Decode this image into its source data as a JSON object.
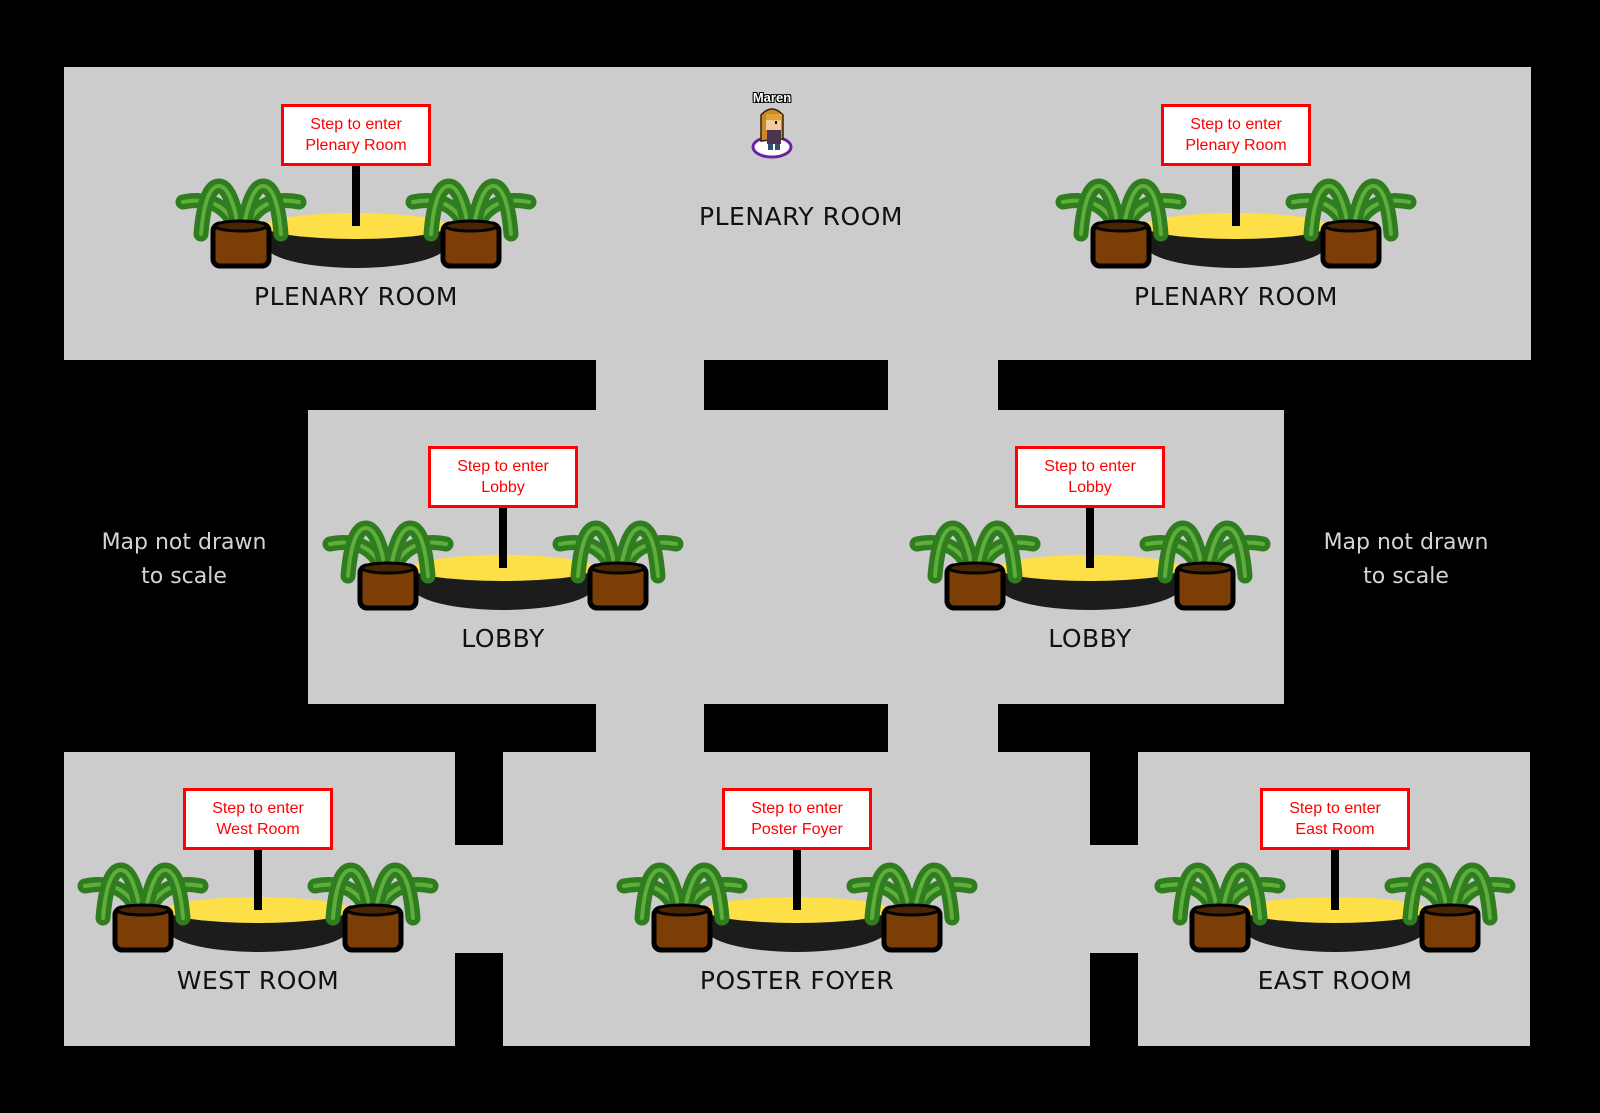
{
  "map": {
    "colors": {
      "floor": "#cccccc",
      "wall": "#000000",
      "sign_border": "#ff0000",
      "platform_top": "#fde047",
      "pot": "#7a3e06",
      "leaf": "#2f7d1f"
    },
    "notes": [
      {
        "line1": "Map not drawn",
        "line2": "to scale"
      },
      {
        "line1": "Map not drawn",
        "line2": "to scale"
      }
    ],
    "center_label": "PLENARY ROOM",
    "kiosks": [
      {
        "sign_line1": "Step to enter",
        "sign_line2": "Plenary Room",
        "label": "PLENARY  ROOM"
      },
      {
        "sign_line1": "Step to enter",
        "sign_line2": "Plenary Room",
        "label": "PLENARY  ROOM"
      },
      {
        "sign_line1": "Step to enter",
        "sign_line2": "Lobby",
        "label": "LOBBY"
      },
      {
        "sign_line1": "Step to enter",
        "sign_line2": "Lobby",
        "label": "LOBBY"
      },
      {
        "sign_line1": "Step to enter",
        "sign_line2": "West Room",
        "label": "WEST  ROOM"
      },
      {
        "sign_line1": "Step to enter",
        "sign_line2": "Poster Foyer",
        "label": "POSTER FOYER"
      },
      {
        "sign_line1": "Step to enter",
        "sign_line2": "East Room",
        "label": "EAST ROOM"
      }
    ]
  },
  "player": {
    "name": "Maren",
    "ring_color": "#6b21a8"
  }
}
